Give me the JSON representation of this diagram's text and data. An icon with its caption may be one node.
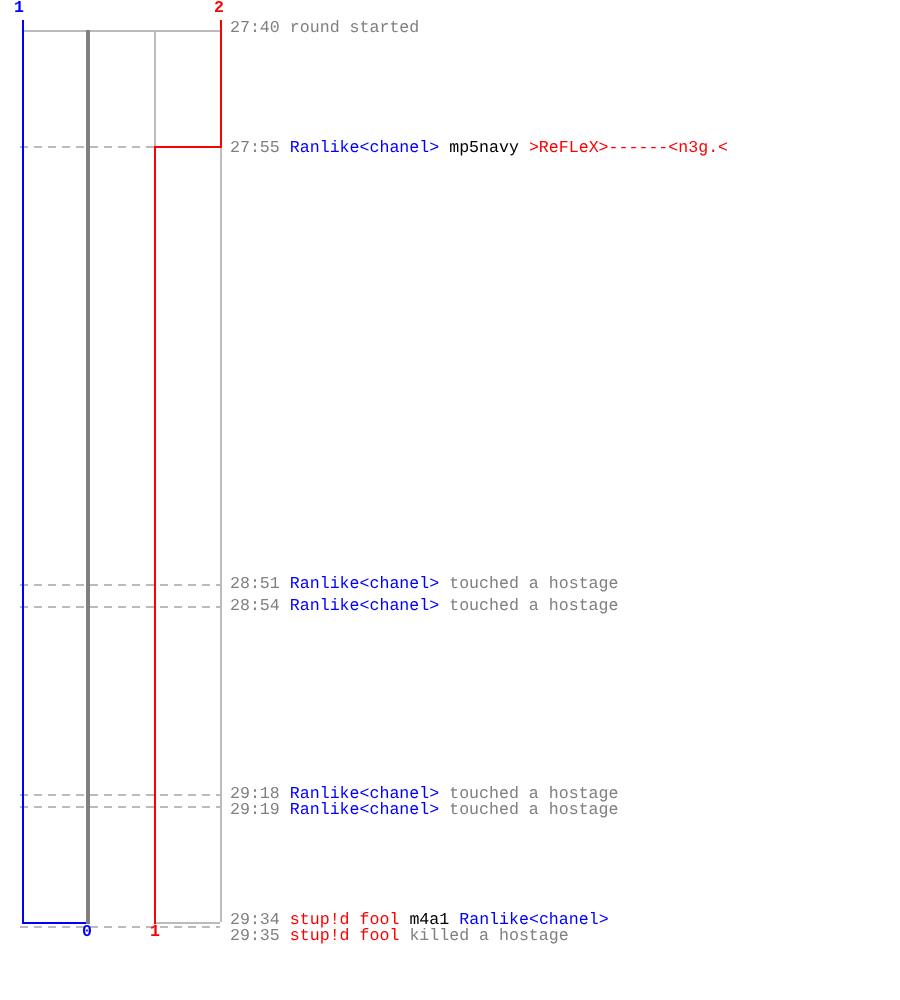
{
  "diagram": {
    "labels": [
      "1",
      "2",
      "27:40",
      "round started",
      "27:55",
      "Ranlike<chanel>",
      "mp5navy",
      ">ReFLeX>------<n3g.<",
      "28:51",
      "Ranlike<chanel>",
      "touched a hostage",
      "28:54",
      "Ranlike<chanel>",
      "touched a hostage",
      "29:18",
      "Ranlike<chanel>",
      "touched a hostage",
      "29:19",
      "Ranlike<chanel>",
      "touched a hostage",
      "29:34",
      "stup!d fool",
      "m4a1",
      "Ranlike<chanel>",
      "29:35",
      "stup!d fool",
      "killed a hostage",
      "0",
      "1"
    ]
  }
}
